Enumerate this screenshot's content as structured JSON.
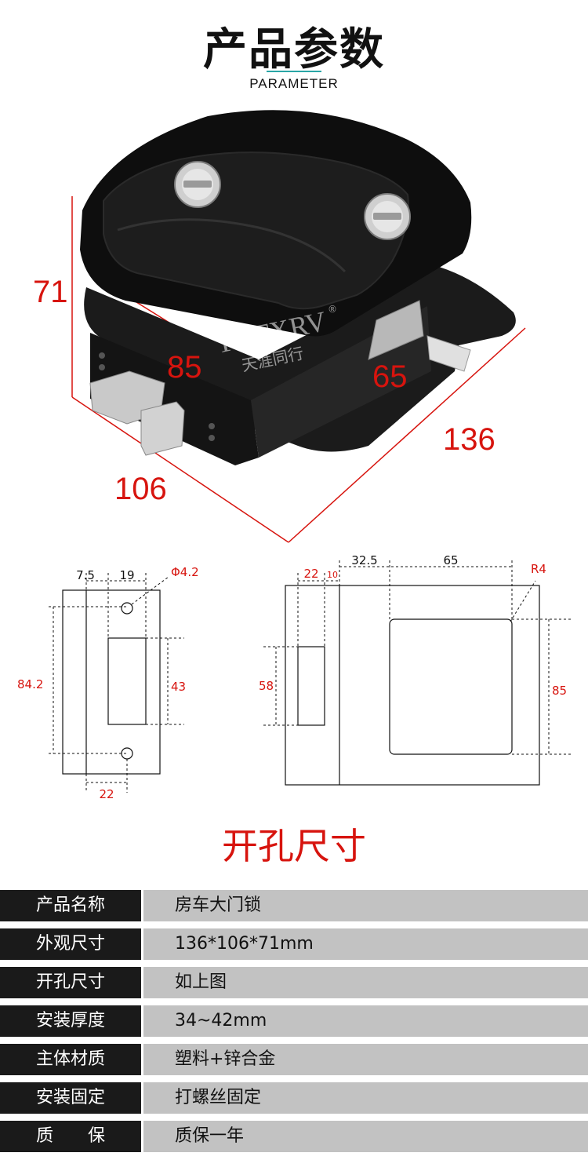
{
  "header": {
    "title": "产品参数",
    "subtitle": "PARAMETER"
  },
  "product_photo": {
    "brand_en": "TYTXRV",
    "brand_cn": "天涯同行",
    "registered": "®",
    "dims": {
      "height": "71",
      "inner_width": "85",
      "inner_depth": "65",
      "length": "136",
      "width": "106"
    }
  },
  "drawing_left": {
    "labels": [
      "7.5",
      "19",
      "Φ4.2",
      "84.2",
      "43",
      "22"
    ]
  },
  "drawing_right": {
    "labels": [
      "22",
      "10",
      "32.5",
      "65",
      "R4",
      "58",
      "85"
    ]
  },
  "caption": "开孔尺寸",
  "specs": [
    {
      "key": "产品名称",
      "value": "房车大门锁"
    },
    {
      "key": "外观尺寸",
      "value": "136*106*71mm"
    },
    {
      "key": "开孔尺寸",
      "value": "如上图"
    },
    {
      "key": "安装厚度",
      "value": "34~42mm"
    },
    {
      "key": "主体材质",
      "value": "塑料+锌合金"
    },
    {
      "key": "安装固定",
      "value": "打螺丝固定"
    },
    {
      "key": "质　　保",
      "value": "质保一年"
    }
  ],
  "colors": {
    "accent_red": "#d7140e",
    "teal_line": "#2aa6a6",
    "key_bg": "#1a1a1a",
    "value_bg": "#c2c2c2"
  }
}
